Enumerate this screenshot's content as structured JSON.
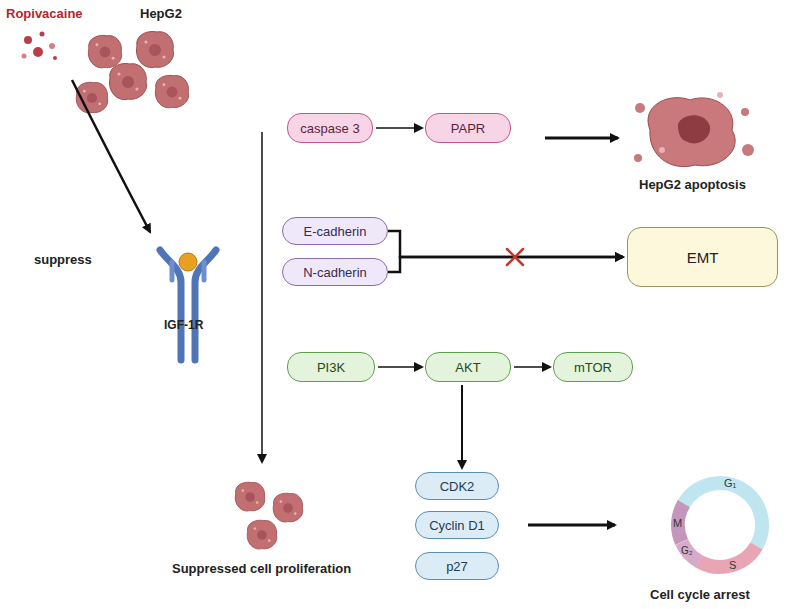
{
  "diagram": {
    "nodes": [
      {
        "text": [
          "caspase 3"
        ]
      },
      {
        "text": [
          "PAPR"
        ]
      },
      {
        "text": [
          "E-cadherin"
        ]
      },
      {
        "text": [
          "N-cadherin"
        ]
      },
      {
        "text": [
          "EMT"
        ]
      },
      {
        "text": [
          "PI3K"
        ]
      },
      {
        "text": [
          "AKT"
        ]
      },
      {
        "text": [
          "mTOR"
        ]
      },
      {
        "text": [
          "CDK2"
        ]
      },
      {
        "text": [
          "Cyclin D1"
        ]
      },
      {
        "text": [
          "p27"
        ]
      }
    ],
    "edges": [
      {
        "from": 0,
        "to": 1,
        "arrow": "to"
      },
      {
        "from": 2,
        "to": 4,
        "arrow": "to"
      },
      {
        "from": 3,
        "to": 4,
        "arrow": "to"
      },
      {
        "from": 5,
        "to": 6,
        "arrow": "to"
      },
      {
        "from": 6,
        "to": 7,
        "arrow": "to"
      },
      {
        "from": 6,
        "to": 8,
        "arrow": "to"
      }
    ],
    "labels": [
      "Ropivacaine",
      "HepG2",
      "suppress",
      "IGF-1R",
      "HepG2 apoptosis",
      "Suppressed cell proliferation",
      "Cell cycle arrest",
      "G₁",
      "S",
      "G₂",
      "M"
    ]
  }
}
